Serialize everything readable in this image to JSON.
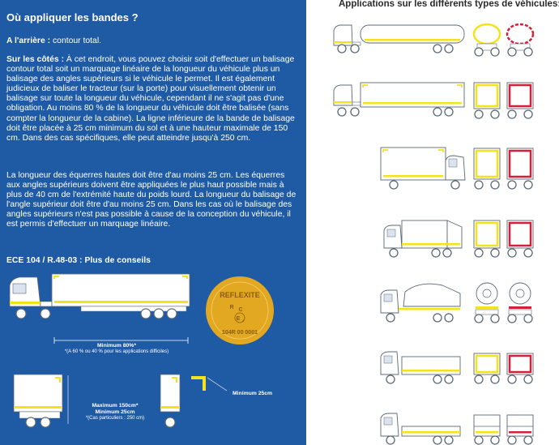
{
  "heading": "Où appliquer les bandes ?",
  "arriere": {
    "label": "A l'arrière :",
    "text": " contour total."
  },
  "cotes": {
    "label": "Sur les côtés :",
    "text": " À cet endroit, vous pouvez choisir soit d'effectuer un balisage contour total soit un marquage linéaire de la longueur du véhicule plus un balisage des angles supérieurs si le véhicule le permet. Il est également judicieux de baliser le tracteur (sur la porte) pour visuellement obtenir un balisage sur toute la longueur du véhicule, cependant il ne s'agit pas d'une obligation. Au moins 80 % de la longueur du véhicule doit être balisée (sans compter la longueur de la cabine). La ligne inférieure de la bande de balisage doit être placée à 25 cm minimum du sol et à une hauteur maximale de 150 cm. Dans des cas spécifiques, elle peut atteindre jusqu'à 250 cm."
  },
  "paragraph2": "La longueur des équerres hautes doit être d'au moins 25 cm. Les équerres aux angles supérieurs doivent être appliquées le plus haut possible mais à plus de 40 cm de l'extrémité haute du poids lourd. La longueur du balisage de l'angle supérieur doit être d'au moins 25 cm. Dans les cas où le balisage des angles supérieurs n'est pas possible à cause de la conception du véhicule, il est permis d'effectuer un marquage linéaire.",
  "ece_heading": "ECE 104 / R.48-03 : Plus de conseils",
  "diagram": {
    "min80": "Minimum 80%*",
    "min80_note": "*(A 60 % ou 40 % pour les applications difficiles)",
    "max150": "Maximum 150cm*",
    "min25a": "Minimum 25cm",
    "note250": "*(Cas particuliers : 250 cm)",
    "min25b": "Minimum 25cm"
  },
  "seal": {
    "brand": "REFLEXITE",
    "r": "R",
    "c": "C",
    "e": "E",
    "e_num": "4",
    "code": "104R 00 0001"
  },
  "right_title": "Applications sur les différents types de véhicules:",
  "colors": {
    "blue": "#1f5aa5",
    "yellow": "#f2e31c",
    "red": "#d3203a",
    "gold": "#e2a821",
    "line": "#5b6875"
  }
}
